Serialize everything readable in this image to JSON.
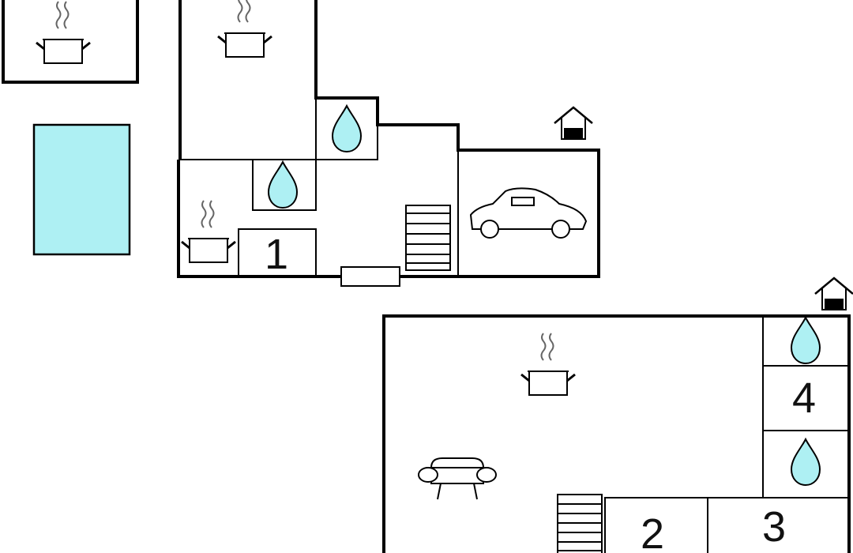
{
  "colors": {
    "water": "#aef0f3",
    "pool": "#aef0f3",
    "wall": "#000000",
    "stairs": "#ffffff"
  },
  "icons": [
    "cooking-pot-icon",
    "water-drop-icon",
    "car-icon",
    "sofa-icon",
    "house-entrance-icon",
    "stairs-icon"
  ],
  "rooms": {
    "room_1": "1",
    "room_2": "2",
    "room_3": "3",
    "room_4": "4"
  }
}
